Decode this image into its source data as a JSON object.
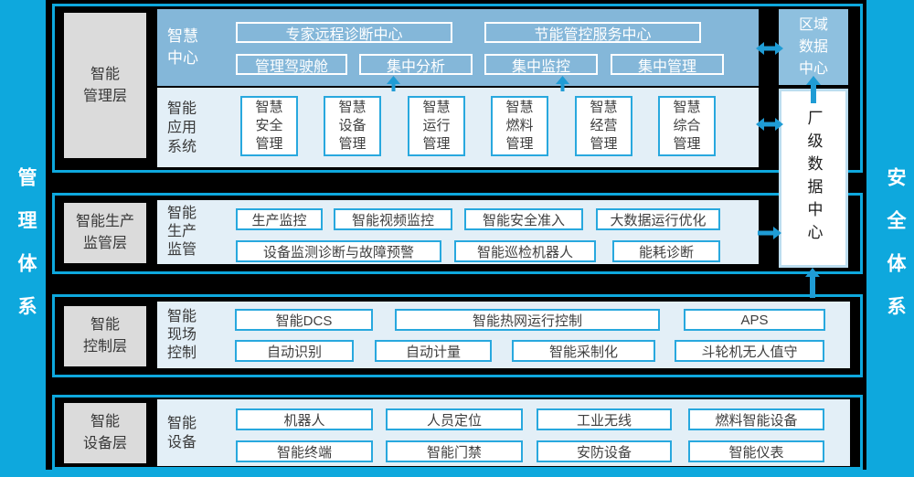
{
  "sides": {
    "left": "管理体系",
    "right": "安全体系"
  },
  "data_centers": {
    "regional": "区域\n数据\n中心",
    "plant": "厂级数据中心"
  },
  "layer1": {
    "name": "智能\n管理层",
    "smart_center": {
      "title": "智慧\n中心",
      "row1": [
        "专家远程诊断中心",
        "节能管控服务中心"
      ],
      "row2": [
        "管理驾驶舱",
        "集中分析",
        "集中监控",
        "集中管理"
      ]
    },
    "app_system": {
      "title": "智能\n应用\n系统",
      "boxes": [
        "智慧\n安全\n管理",
        "智慧\n设备\n管理",
        "智慧\n运行\n管理",
        "智慧\n燃料\n管理",
        "智慧\n经营\n管理",
        "智慧\n综合\n管理"
      ]
    }
  },
  "layer2": {
    "name": "智能生产\n监管层",
    "title": "智能\n生产\n监管",
    "row1": [
      "生产监控",
      "智能视频监控",
      "智能安全准入",
      "大数据运行优化"
    ],
    "row2": [
      "设备监测诊断与故障预警",
      "智能巡检机器人",
      "能耗诊断"
    ]
  },
  "layer3": {
    "name": "智能\n控制层",
    "title": "智能\n现场\n控制",
    "row1": [
      "智能DCS",
      "智能热网运行控制",
      "APS"
    ],
    "row2": [
      "自动识别",
      "自动计量",
      "智能采制化",
      "斗轮机无人值守"
    ]
  },
  "layer4": {
    "name": "智能\n设备层",
    "title": "智能\n设备",
    "row1": [
      "机器人",
      "人员定位",
      "工业无线",
      "燃料智能设备"
    ],
    "row2": [
      "智能终端",
      "智能门禁",
      "安防设备",
      "智能仪表"
    ]
  },
  "colors": {
    "background": "#0EA8DD",
    "black": "#000000",
    "panel_blue": "#84B7D9",
    "panel_light": "#E3EFF7",
    "box_border_cyan": "#28A8DE",
    "regional_dc_fill": "#8EC0DF",
    "plant_dc_border": "#BCDDEF",
    "arrow": "#1F9CD5",
    "label_grey": "#DBDBDB"
  }
}
